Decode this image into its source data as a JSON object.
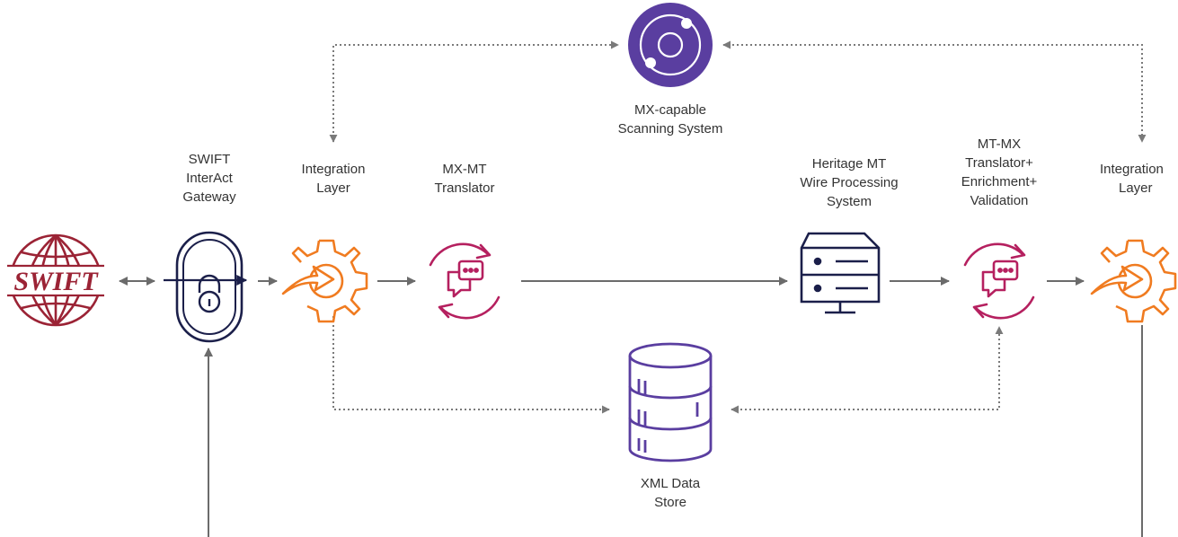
{
  "colors": {
    "swift_red": "#9b2335",
    "navy": "#1b1f4a",
    "orange": "#f07b20",
    "magenta": "#b5205f",
    "purple": "#5a3ea0",
    "arrow_gray": "#6b6b6b",
    "dotted_gray": "#7a7a7a",
    "label_text": "#333333"
  },
  "nodes": {
    "swift": {
      "icon": "swift-globe-logo",
      "logo_text": "SWIFT"
    },
    "gateway": {
      "icon": "lock-gateway-icon",
      "label": [
        "SWIFT",
        "InterAct",
        "Gateway"
      ]
    },
    "integration_left": {
      "icon": "gear-arrow-icon",
      "label": [
        "Integration",
        "Layer"
      ]
    },
    "mx_mt": {
      "icon": "translator-chat-icon",
      "label": [
        "MX-MT",
        "Translator"
      ]
    },
    "scanning": {
      "icon": "orbit-scanner-icon",
      "label": [
        "MX-capable",
        "Scanning System"
      ]
    },
    "heritage": {
      "icon": "server-monitor-icon",
      "label": [
        "Heritage MT",
        "Wire Processing",
        "System"
      ]
    },
    "mt_mx": {
      "icon": "translator-chat-icon",
      "label": [
        "MT-MX",
        "Translator+",
        "Enrichment+",
        "Validation"
      ]
    },
    "integration_right": {
      "icon": "gear-arrow-icon",
      "label": [
        "Integration",
        "Layer"
      ]
    },
    "xml_store": {
      "icon": "database-icon",
      "label": [
        "XML Data",
        "Store"
      ]
    }
  }
}
